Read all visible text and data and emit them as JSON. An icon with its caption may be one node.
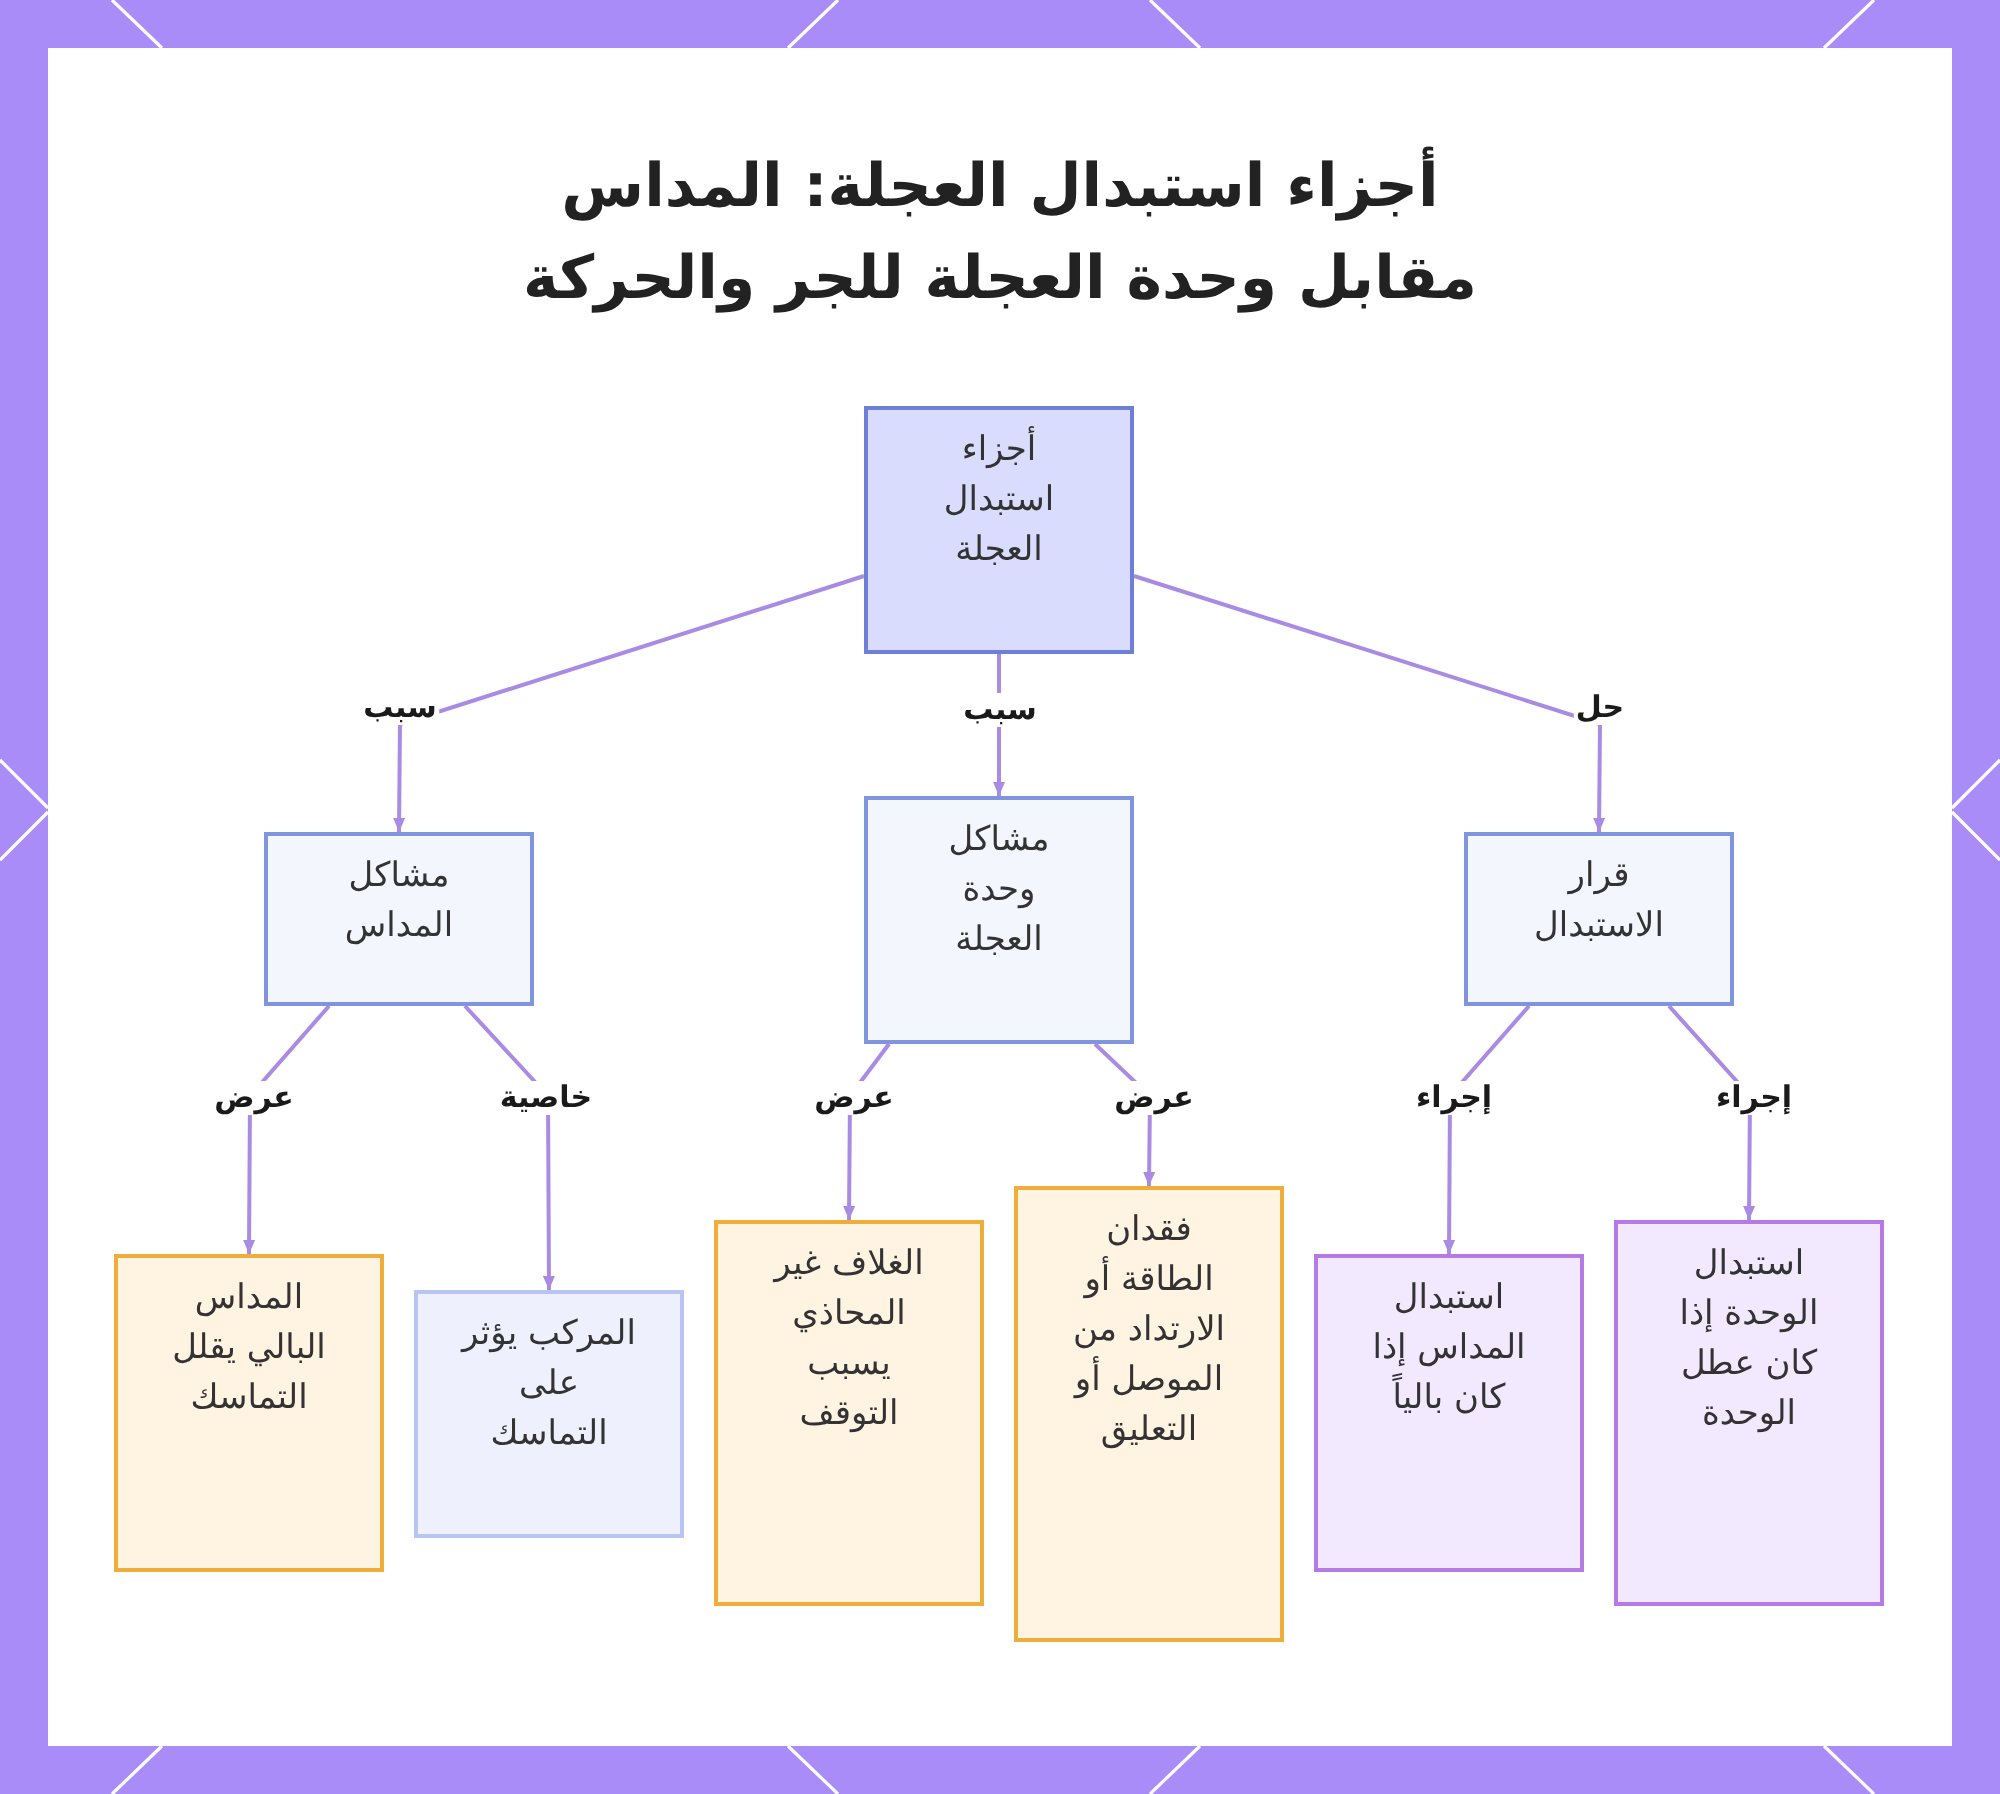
{
  "diagram": {
    "title": "أجزاء استبدال العجلة: المداس مقابل وحدة العجلة للجر والحركة",
    "nodes": [
      {
        "text": [
          "أجزاء استبدال العجلة"
        ]
      },
      {
        "text": [
          "مشاكل المداس"
        ]
      },
      {
        "text": [
          "مشاكل وحدة العجلة"
        ]
      },
      {
        "text": [
          "قرار الاستبدال"
        ]
      },
      {
        "text": [
          "المداس البالي يقلل التماسك"
        ]
      },
      {
        "text": [
          "المركب يؤثر على التماسك"
        ]
      },
      {
        "text": [
          "الغلاف غير المحاذي يسبب التوقف"
        ]
      },
      {
        "text": [
          "فقدان الطاقة أو الارتداد من الموصل أو التعليق"
        ]
      },
      {
        "text": [
          "استبدال المداس إذا كان بالياً"
        ]
      },
      {
        "text": [
          "استبدال الوحدة إذا كان عطل الوحدة"
        ]
      }
    ],
    "edges": [
      {
        "from": 0,
        "to": 1,
        "arrow": "to",
        "label": "سبب"
      },
      {
        "from": 0,
        "to": 2,
        "arrow": "to",
        "label": "سبب"
      },
      {
        "from": 0,
        "to": 3,
        "arrow": "to",
        "label": "حل"
      },
      {
        "from": 1,
        "to": 4,
        "arrow": "to",
        "label": "عرض"
      },
      {
        "from": 1,
        "to": 5,
        "arrow": "to",
        "label": "خاصية"
      },
      {
        "from": 2,
        "to": 6,
        "arrow": "to",
        "label": "عرض"
      },
      {
        "from": 2,
        "to": 7,
        "arrow": "to",
        "label": "عرض"
      },
      {
        "from": 3,
        "to": 8,
        "arrow": "to",
        "label": "إجراء"
      },
      {
        "from": 3,
        "to": 9,
        "arrow": "to",
        "label": "إجراء"
      }
    ]
  }
}
